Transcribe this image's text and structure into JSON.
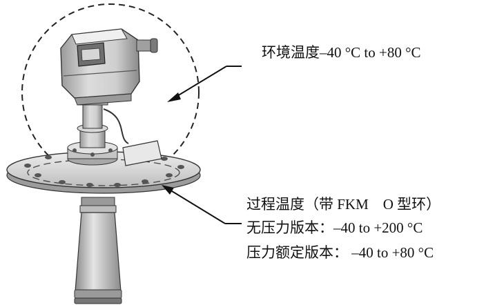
{
  "ambient_temperature_label": "环境温度–40 °C to +80 °C",
  "process_temperature": {
    "title": "过程温度（带 FKM　O 型环）",
    "non_pressurized": "无压力版本：–40 to +200 °C",
    "pressure_rated": "压力额定版本：  –40 to +80 °C"
  },
  "colors": {
    "line": "#111111",
    "device_light": "#e6e6e6",
    "device_mid": "#c8c8c8",
    "device_dark": "#8e8e8e"
  }
}
